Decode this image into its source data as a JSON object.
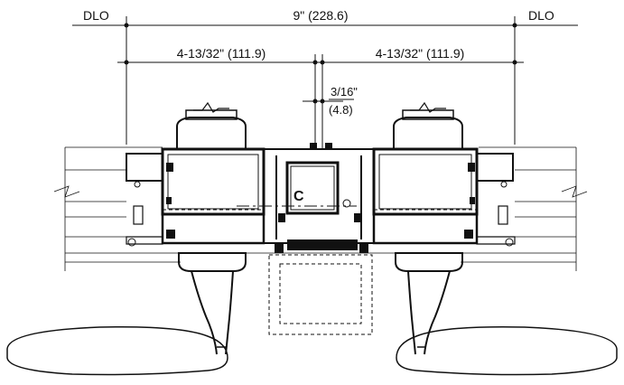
{
  "dimensions": {
    "left_dlo": "DLO",
    "right_dlo": "DLO",
    "overall": "9\" (228.6)",
    "left_half": "4-13/32\" (111.9)",
    "right_half": "4-13/32\" (111.9)",
    "joint_top": "3/16\"",
    "joint_bottom": "(4.8)"
  },
  "annotations": {
    "centerline_mark": "C"
  },
  "colors": {
    "line": "#111111",
    "background": "#ffffff"
  }
}
